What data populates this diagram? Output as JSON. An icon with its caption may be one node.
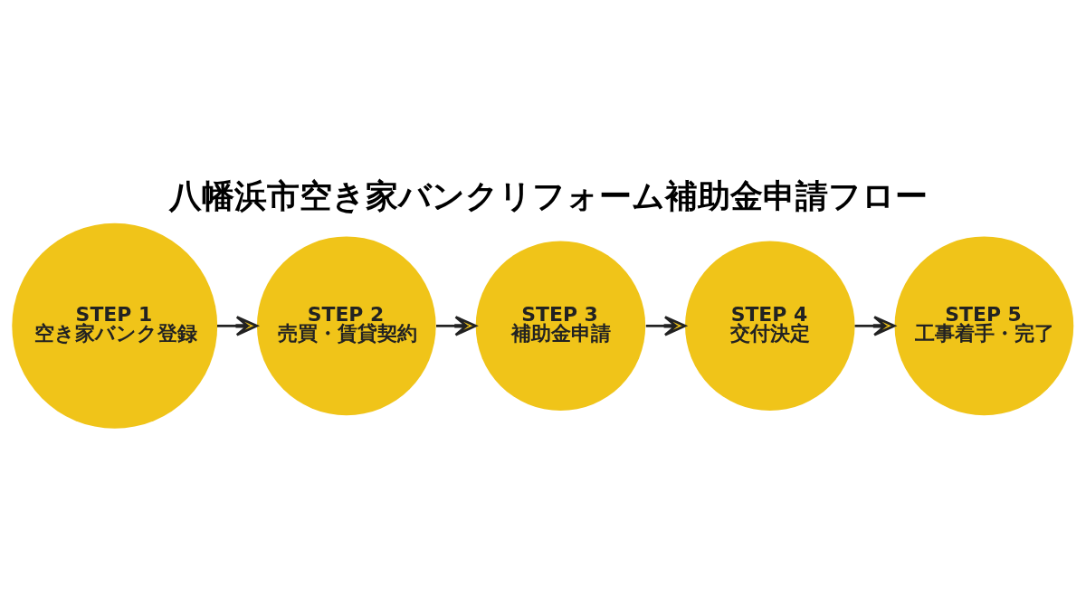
{
  "diagram": {
    "title": "八幡浜市空き家バンクリフォーム補助金申請フロー",
    "nodes": [
      {
        "text": [
          "STEP 1",
          "空き家バンク登録"
        ]
      },
      {
        "text": [
          "STEP 2",
          "売買・賃貸契約"
        ]
      },
      {
        "text": [
          "STEP 3",
          "補助金申請"
        ]
      },
      {
        "text": [
          "STEP 4",
          "交付決定"
        ]
      },
      {
        "text": [
          "STEP 5",
          "工事着手・完了"
        ]
      }
    ],
    "edges": [
      {
        "from": 0,
        "to": 1,
        "arrow": "to"
      },
      {
        "from": 1,
        "to": 2,
        "arrow": "to"
      },
      {
        "from": 2,
        "to": 3,
        "arrow": "to"
      },
      {
        "from": 3,
        "to": 4,
        "arrow": "to"
      }
    ]
  }
}
